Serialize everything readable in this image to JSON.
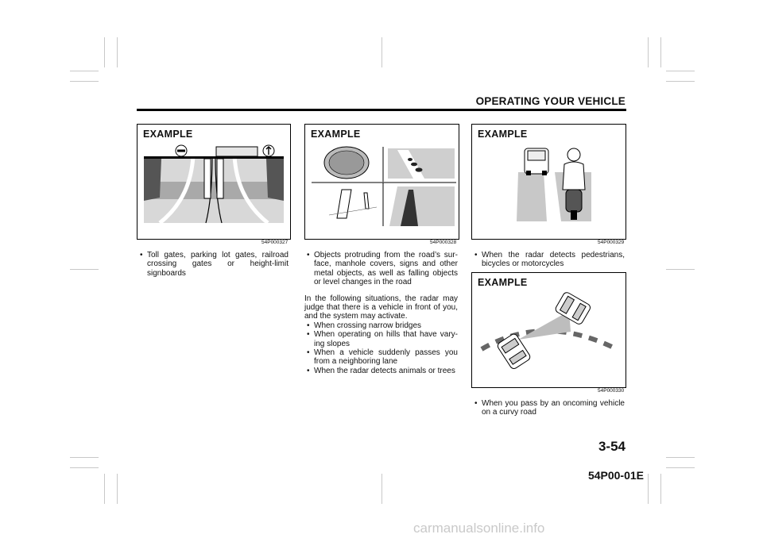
{
  "header": {
    "section_title": "OPERATING YOUR VEHICLE"
  },
  "footer": {
    "page_number": "3-54",
    "document_code": "54P00-01E",
    "watermark": "carmanualsonline.info"
  },
  "figures": [
    {
      "label": "EXAMPLE",
      "code": "54P000327"
    },
    {
      "label": "EXAMPLE",
      "code": "54P000328"
    },
    {
      "label": "EXAMPLE",
      "code": "54P000329"
    },
    {
      "label": "EXAMPLE",
      "code": "54P000330"
    }
  ],
  "column1": {
    "bullets": [
      "Toll gates, parking lot gates, railroad crossing gates or height-limit signboards"
    ]
  },
  "column2": {
    "bullets_top": [
      "Objects protruding from the road’s sur-face, manhole covers, signs and other metal objects, as well as falling objects or level changes in the road"
    ],
    "paragraph": "In the following situations, the radar may judge that there is a vehicle in front of you, and the system may activate.",
    "bullets": [
      "When crossing narrow bridges",
      "When operating on hills that have vary-ing slopes",
      "When a vehicle suddenly passes you from a neighboring lane",
      "When the radar detects animals or trees"
    ]
  },
  "column3": {
    "bullets_top": [
      "When the radar detects pedestrians, bicycles or motorcycles"
    ],
    "bullets_bottom": [
      "When you pass by an oncoming vehicle on a curvy road"
    ]
  }
}
